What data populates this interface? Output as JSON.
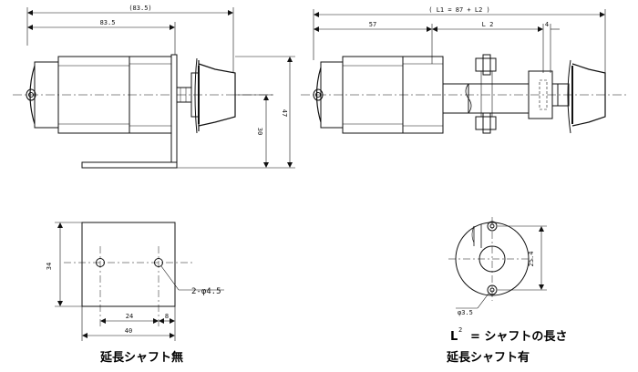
{
  "dimensions": {
    "left_overall": "(83.5)",
    "left_body": "83.5",
    "left_height_30": "30",
    "left_height_47": "47",
    "right_overall": "( L1 = 87 + L2 )",
    "right_57": "57",
    "right_L2": "L 2",
    "right_4": "4",
    "plate_34": "34",
    "plate_24": "24",
    "plate_8": "8",
    "plate_40": "40",
    "hole_label": "2-φ4.5",
    "circle_25_4": "25.4",
    "circle_hole": "φ3.5"
  },
  "captions": {
    "without_extension": "延長シャフト無",
    "with_extension": "延長シャフト有",
    "note_L": "L",
    "note_sup": "2",
    "note_rest": "= シャフトの長さ"
  }
}
